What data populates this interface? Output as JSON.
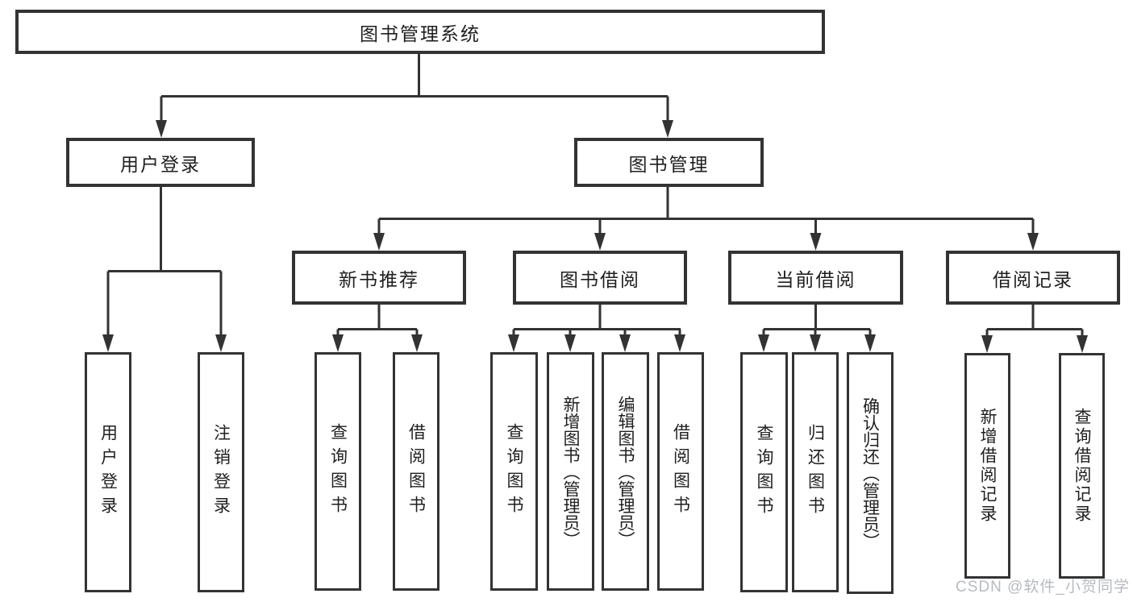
{
  "diagram_title": "图书管理系统",
  "nodes": {
    "root": "图书管理系统",
    "level2": {
      "login": "用户登录",
      "mgmt": "图书管理"
    },
    "mid": [
      "新书推荐",
      "图书借阅",
      "当前借阅",
      "借阅记录"
    ],
    "login_children": [
      "用户登录",
      "注销登录"
    ],
    "recommend_children": [
      "查询图书",
      "借阅图书"
    ],
    "borrow_children": [
      "查询图书",
      "新增图书（管理员）",
      "编辑图书（管理员）",
      "借阅图书"
    ],
    "current_children": [
      "查询图书",
      "归还图书",
      "确认归还（管理员）"
    ],
    "records_children": [
      "新增借阅记录",
      "查询借阅记录"
    ]
  },
  "watermark": "CSDN @软件_小贺同学",
  "colors": {
    "line": "#333333",
    "text": "#1f1f1f",
    "box_background": "#ffffff",
    "page_background": "#ffffff",
    "watermark": "#b7bbc0"
  }
}
